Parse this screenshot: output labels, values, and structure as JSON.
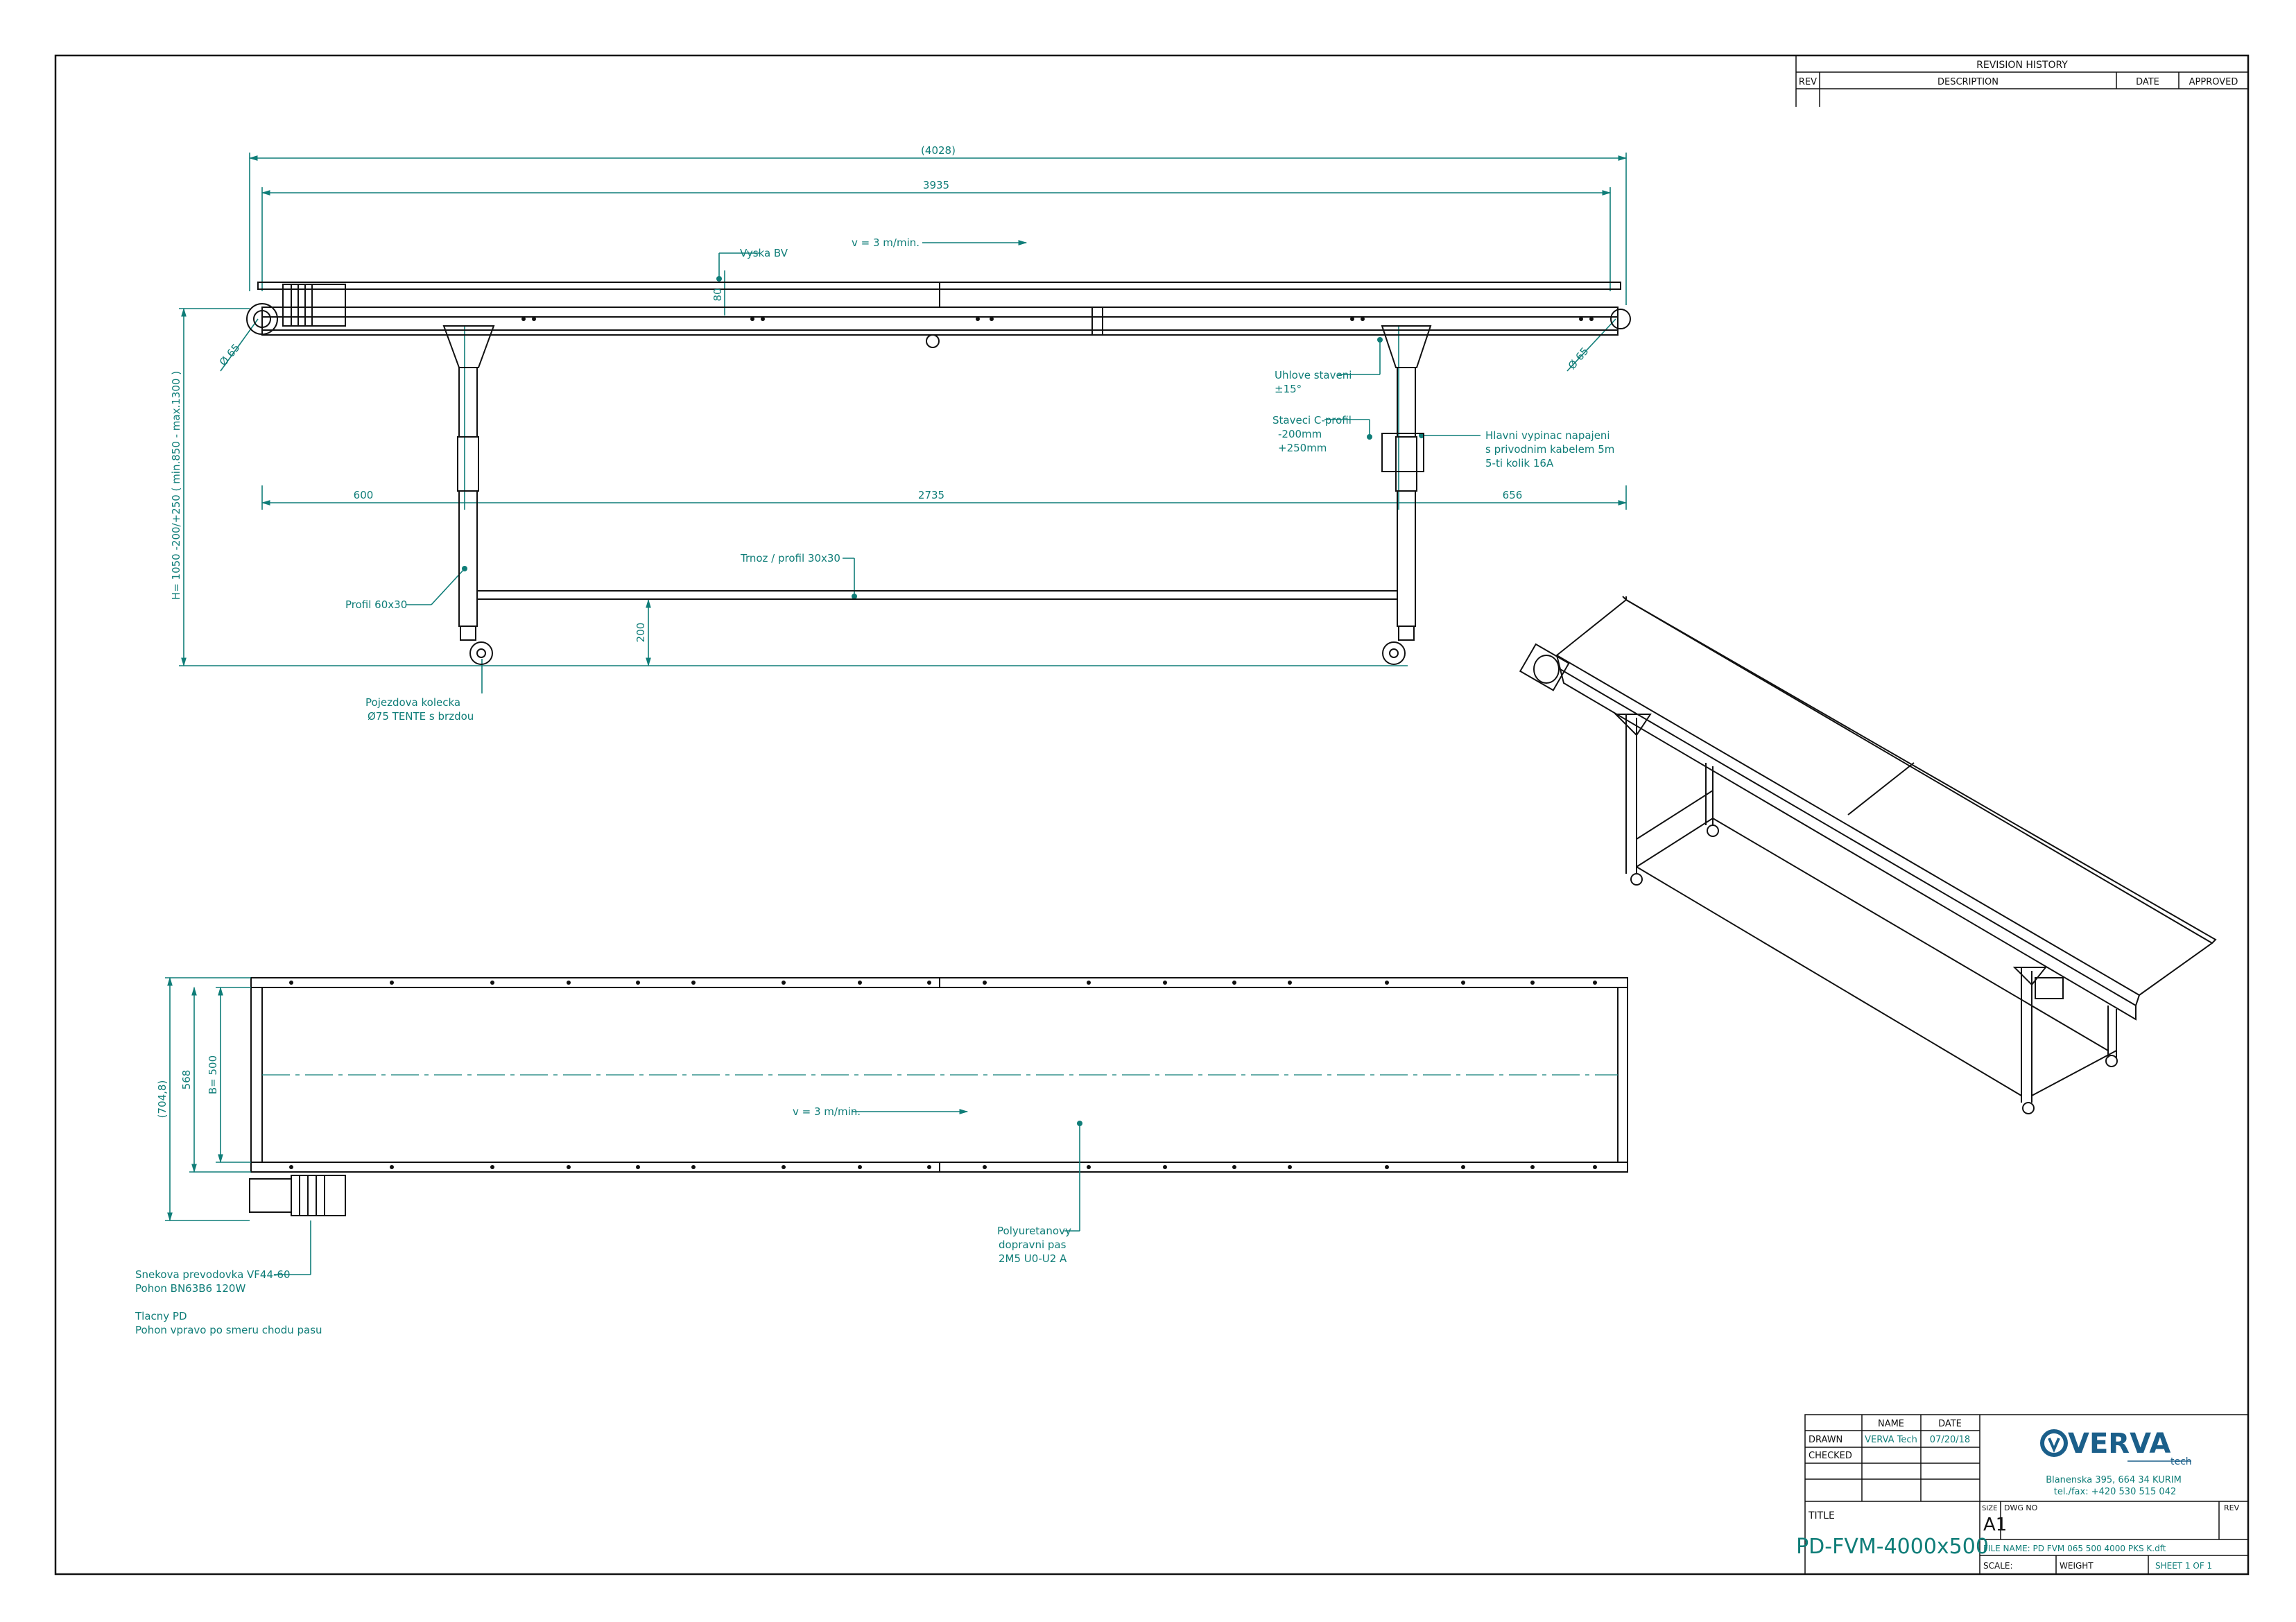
{
  "revision_history": {
    "title": "REVISION HISTORY",
    "headers": [
      "REV",
      "DESCRIPTION",
      "DATE",
      "APPROVED"
    ]
  },
  "side_view": {
    "dim_overall": "(4028)",
    "dim_length": "3935",
    "dim_left": "600",
    "dim_middle": "2735",
    "dim_right": "656",
    "dim_height": "H= 1050 -200/+250 ( min.850 - max.1300 )",
    "dim_80": "80",
    "dim_200": "200",
    "dia_left": "Ø 65",
    "dia_right": "Ø 65",
    "speed": "v = 3 m/min.",
    "label_vyska": "Vyska BV",
    "label_uhlove": [
      "Uhlove staveni",
      "±15°"
    ],
    "label_staveci": [
      "Staveci C-profil",
      "-200mm",
      "+250mm"
    ],
    "label_hlavni": [
      "Hlavni vypinac napajeni",
      "s privodnim kabelem 5m",
      "5-ti kolik 16A"
    ],
    "label_trnoz": "Trnoz / profil 30x30",
    "label_profil": "Profil 60x30",
    "label_pojezdova": [
      "Pojezdova kolecka",
      "Ø75 TENTE s brzdou"
    ]
  },
  "top_view": {
    "dim_704": "(704,8)",
    "dim_568": "568",
    "dim_b500": "B= 500",
    "speed": "v = 3 m/min.",
    "label_belt": [
      "Polyuretanovy",
      "dopravni pas",
      "2M5 U0-U2 A"
    ],
    "notes": [
      "Snekova prevodovka VF44-60",
      "Pohon BN63B6 120W",
      "",
      "Tlacny PD",
      "Pohon vpravo po smeru chodu pasu"
    ]
  },
  "title_block": {
    "name_header": "NAME",
    "date_header": "DATE",
    "drawn_label": "DRAWN",
    "drawn_name": "VERVA Tech",
    "drawn_date": "07/20/18",
    "checked_label": "CHECKED",
    "title_label": "TITLE",
    "title": "PD-FVM-4000x500",
    "size_label": "SIZE",
    "size": "A1",
    "dwg_label": "DWG NO",
    "rev_label": "REV",
    "file_name": "FILE NAME: PD FVM 065 500 4000 PKS K.dft",
    "scale": "SCALE:",
    "weight": "WEIGHT",
    "sheet": "SHEET 1 OF 1",
    "logo": "VERVA",
    "logo_sub": "tech",
    "address_1": "Blanenska 395, 664 34 KURIM",
    "address_2": "tel./fax: +420 530 515 042"
  },
  "colors": {
    "annotation": "#0f7d78",
    "lines": "#111111"
  }
}
